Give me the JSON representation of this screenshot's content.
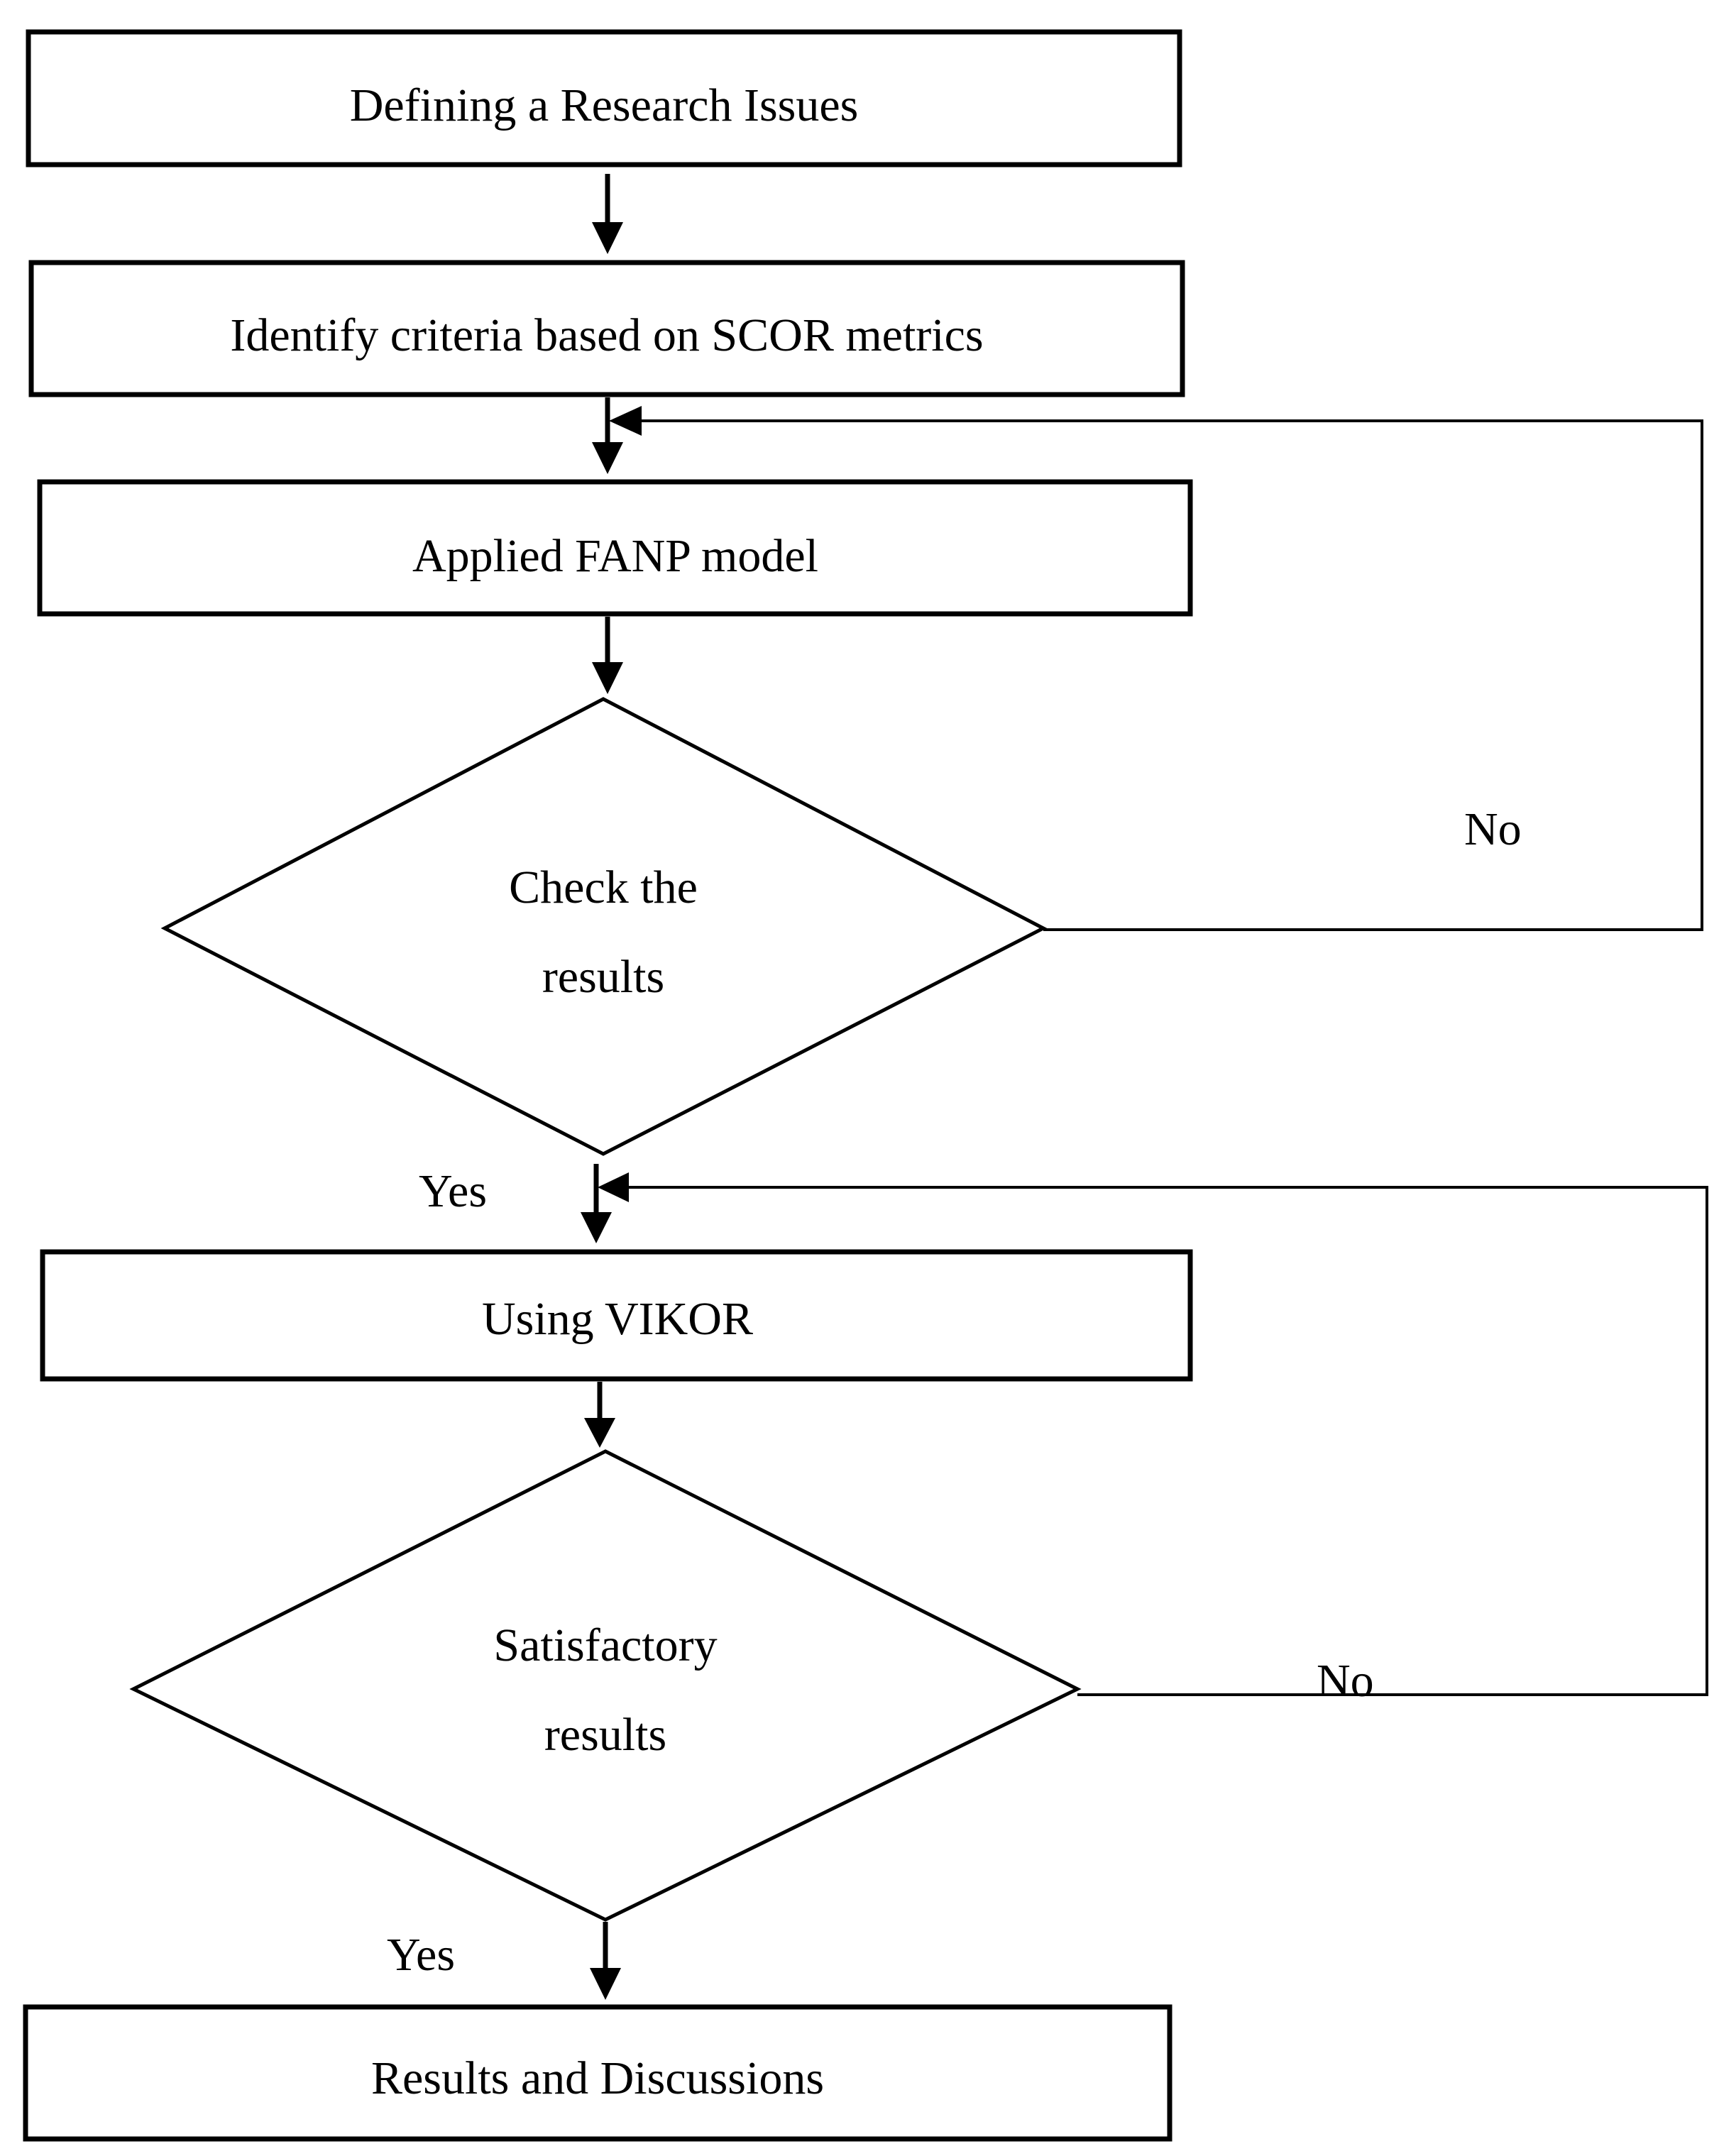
{
  "nodes": {
    "define_issues": {
      "label": "Defining a Research Issues"
    },
    "identify_criteria": {
      "label": "Identify criteria based on SCOR metrics"
    },
    "applied_fanp": {
      "label": "Applied FANP model"
    },
    "check_results": {
      "line1": "Check the",
      "line2": "results"
    },
    "using_vikor": {
      "label": "Using VIKOR"
    },
    "satisfactory": {
      "line1": "Satisfactory",
      "line2": "results"
    },
    "results_discussions": {
      "label": "Results and Discussions"
    }
  },
  "edges": {
    "check_yes": "Yes",
    "check_no": "No",
    "satisfactory_yes": "Yes",
    "satisfactory_no": "No"
  }
}
